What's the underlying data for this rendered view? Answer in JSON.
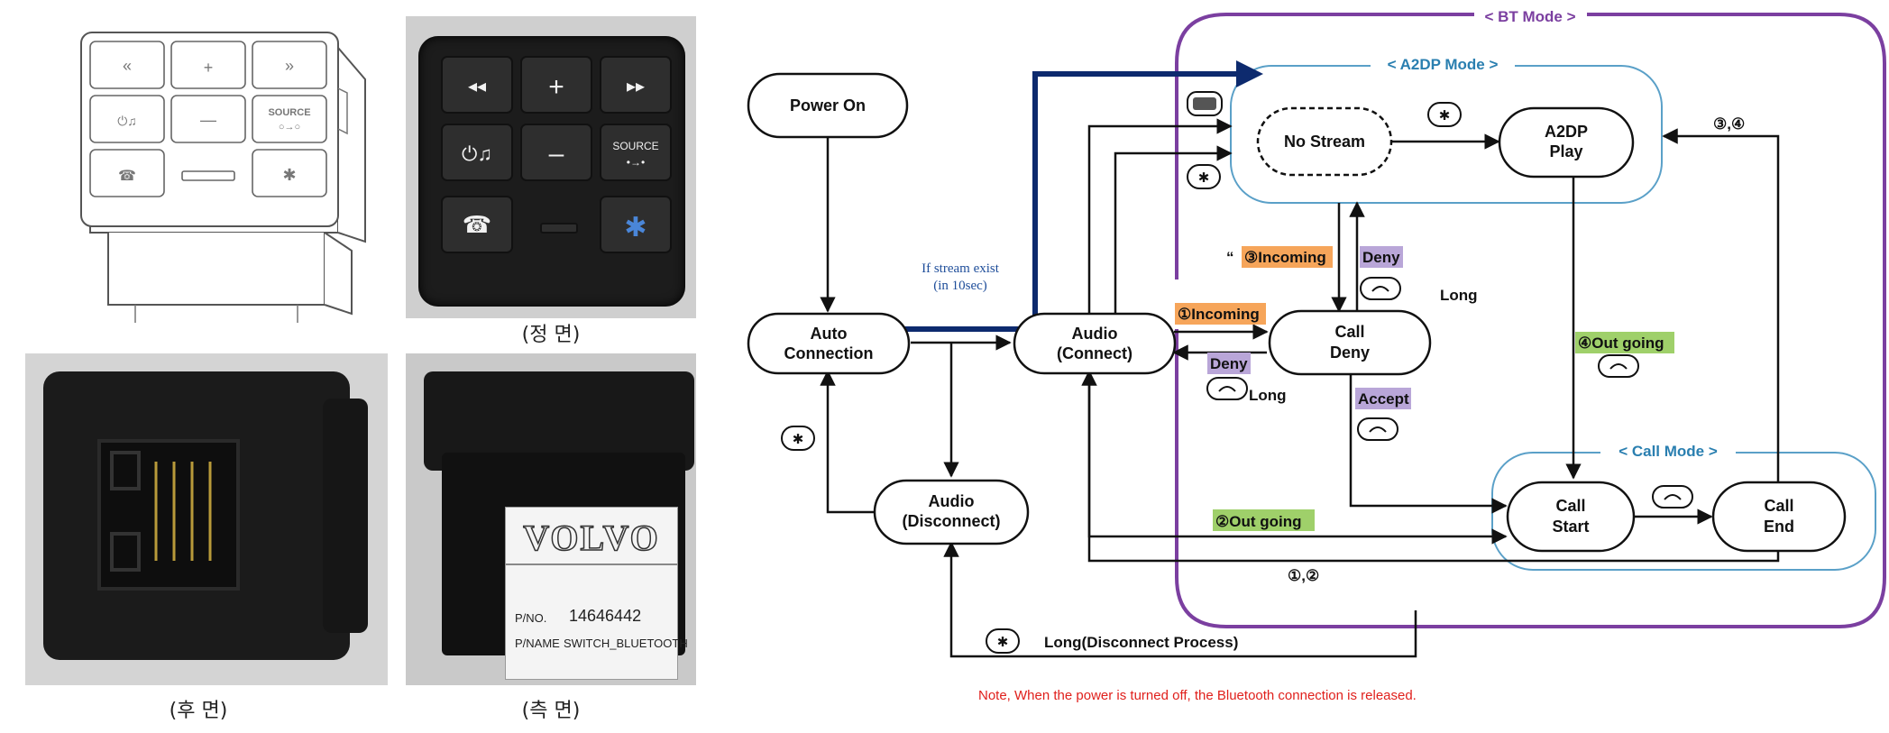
{
  "photos": {
    "front_caption": "(정 면)",
    "rear_caption": "(후 면)",
    "side_caption": "(측 면)",
    "front_keys": {
      "source": "SOURCE",
      "plus": "+",
      "minus": "–"
    },
    "label_brand": "VOLVO",
    "label_pno_key": "P/NO.",
    "label_pno_value": "14646442",
    "label_pname_key": "P/NAME",
    "label_pname_value": "SWITCH_BLUETOOTH"
  },
  "diagram": {
    "bt_mode": "< BT Mode >",
    "a2dp_mode": "< A2DP Mode >",
    "call_mode": "< Call Mode >",
    "nodes": {
      "power_on": "Power On",
      "auto_connection": [
        "Auto",
        "Connection"
      ],
      "audio_connect": [
        "Audio",
        "(Connect)"
      ],
      "audio_disconnect": [
        "Audio",
        "(Disconnect)"
      ],
      "no_stream": "No Stream",
      "a2dp_play": [
        "A2DP",
        "Play"
      ],
      "call_deny": [
        "Call",
        "Deny"
      ],
      "call_start": [
        "Call",
        "Start"
      ],
      "call_end": [
        "Call",
        "End"
      ]
    },
    "labels": {
      "stream_exist": [
        "If stream exist",
        "(in 10sec)"
      ],
      "incoming_3": "③Incoming",
      "incoming_1": "①Incoming",
      "deny_top": "Deny",
      "deny_left": "Deny",
      "long_top": "Long",
      "long_left": "Long",
      "accept": "Accept",
      "out_going_4": "④Out going",
      "out_going_2": "②Out going",
      "three_four": "③,④",
      "one_two": "①,②",
      "long_disconnect": "Long(Disconnect Process)",
      "note": "Note, When the power is turned off, the Bluetooth connection is released."
    },
    "colors": {
      "bt_mode_border": "#7b3fa0",
      "mode_border": "#5aa0c8",
      "thick_arrow": "#0d2a6e",
      "orange_tag": "#f6a55a",
      "purple_tag": "#b9a6d8",
      "green_tag": "#9fd06a",
      "note_red": "#e0201c"
    }
  }
}
